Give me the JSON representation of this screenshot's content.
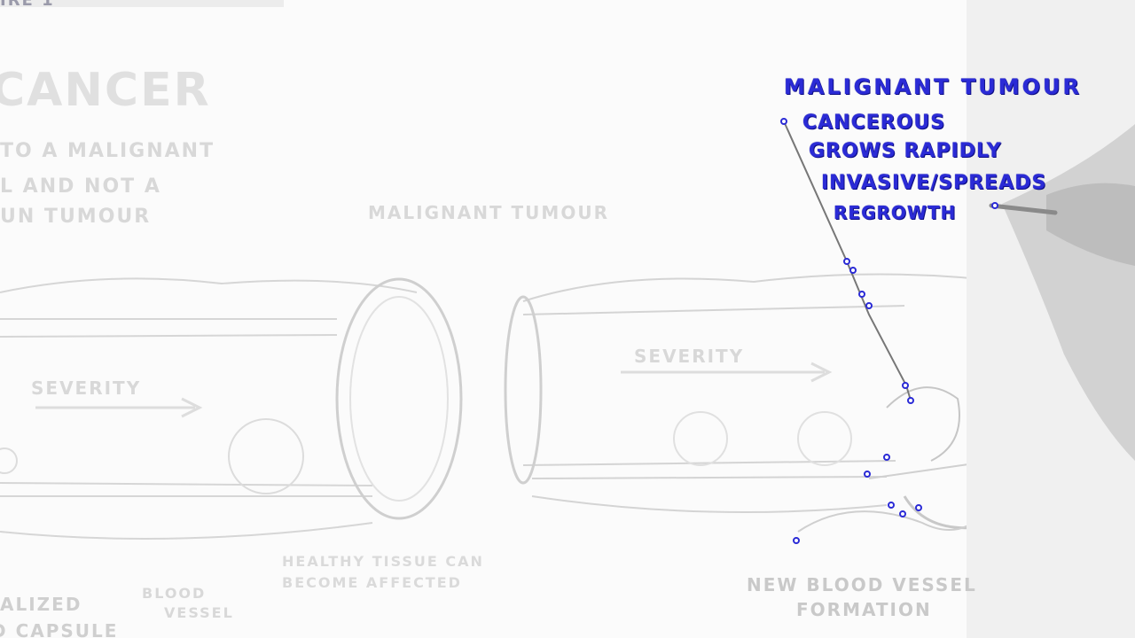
{
  "corner_label": "ire 1",
  "faded_left": {
    "title": "CANCER",
    "line1": "TO A MALIGNANT",
    "line2": "L AND NOT A",
    "line3": "UN TUMOUR",
    "severity": "SEVERITY",
    "label_capsule_a": "ALIZED",
    "label_capsule_b": "D CAPSULE",
    "label_vessel_a": "BLOOD",
    "label_vessel_b": "VESSEL",
    "label_tissue": "HEALTHY TISSUE CAN BECOME AFFECTED"
  },
  "faded_center": {
    "title": "MALIGNANT TUMOUR",
    "severity": "SEVERITY",
    "label_vessel_a": "NEW BLOOD VESSEL",
    "label_vessel_b": "FORMATION"
  },
  "annotation": {
    "title": "MALIGNANT TUMOUR",
    "items": [
      "CANCEROUS",
      "GROWS RAPIDLY",
      "INVASIVE/SPREADS",
      "REGROWTH"
    ]
  },
  "colors": {
    "ink": "#2b2bd6",
    "faded": "#d4d4d4",
    "background": "#fbfbfb"
  }
}
